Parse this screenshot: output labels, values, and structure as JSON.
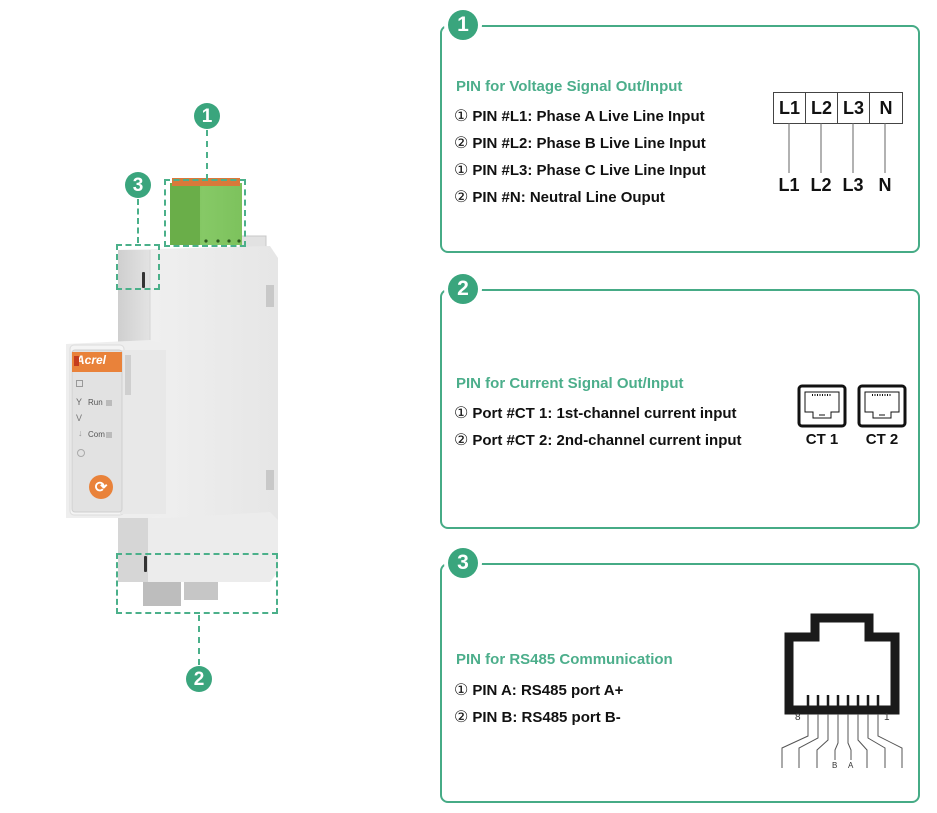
{
  "colors": {
    "accent_green": "#46ab86",
    "badge_green": "#3aa57d",
    "title_green": "#4cae8b",
    "terminal_green": "#7cc25a",
    "brand_orange": "#e9823a"
  },
  "device": {
    "brand": "Acrel",
    "indicators": [
      {
        "label": "Run"
      },
      {
        "label": "Com"
      }
    ],
    "callouts": [
      {
        "number": "1",
        "target": "voltage-terminal"
      },
      {
        "number": "2",
        "target": "current-ports"
      },
      {
        "number": "3",
        "target": "rs485-port"
      }
    ],
    "reset_icon": "refresh-icon"
  },
  "panels": [
    {
      "number": "1",
      "title": "PIN for Voltage Signal Out/Input",
      "items": [
        {
          "marker": "①",
          "text": "PIN #L1: Phase A Live Line Input"
        },
        {
          "marker": "②",
          "text": "PIN #L2: Phase B Live Line Input"
        },
        {
          "marker": "①",
          "text": "PIN #L3: Phase C Live Line Input"
        },
        {
          "marker": "②",
          "text": "PIN #N: Neutral Line Ouput"
        }
      ],
      "terminal_top": [
        "L1",
        "L2",
        "L3",
        "N"
      ],
      "terminal_bottom": [
        "L1",
        "L2",
        "L3",
        "N"
      ]
    },
    {
      "number": "2",
      "title": "PIN for Current Signal Out/Input",
      "items": [
        {
          "marker": "①",
          "text": "Port #CT 1: 1st-channel current input"
        },
        {
          "marker": "②",
          "text": "Port #CT 2: 2nd-channel current input"
        }
      ],
      "ports": [
        "CT 1",
        "CT 2"
      ]
    },
    {
      "number": "3",
      "title": "PIN for RS485 Communication",
      "items": [
        {
          "marker": "①",
          "text": "PIN A: RS485 port A+"
        },
        {
          "marker": "②",
          "text": "PIN B: RS485 port B-"
        }
      ],
      "rj45": {
        "left_pin": "8",
        "right_pin": "1",
        "wire_labels": [
          "B",
          "A"
        ]
      }
    }
  ]
}
